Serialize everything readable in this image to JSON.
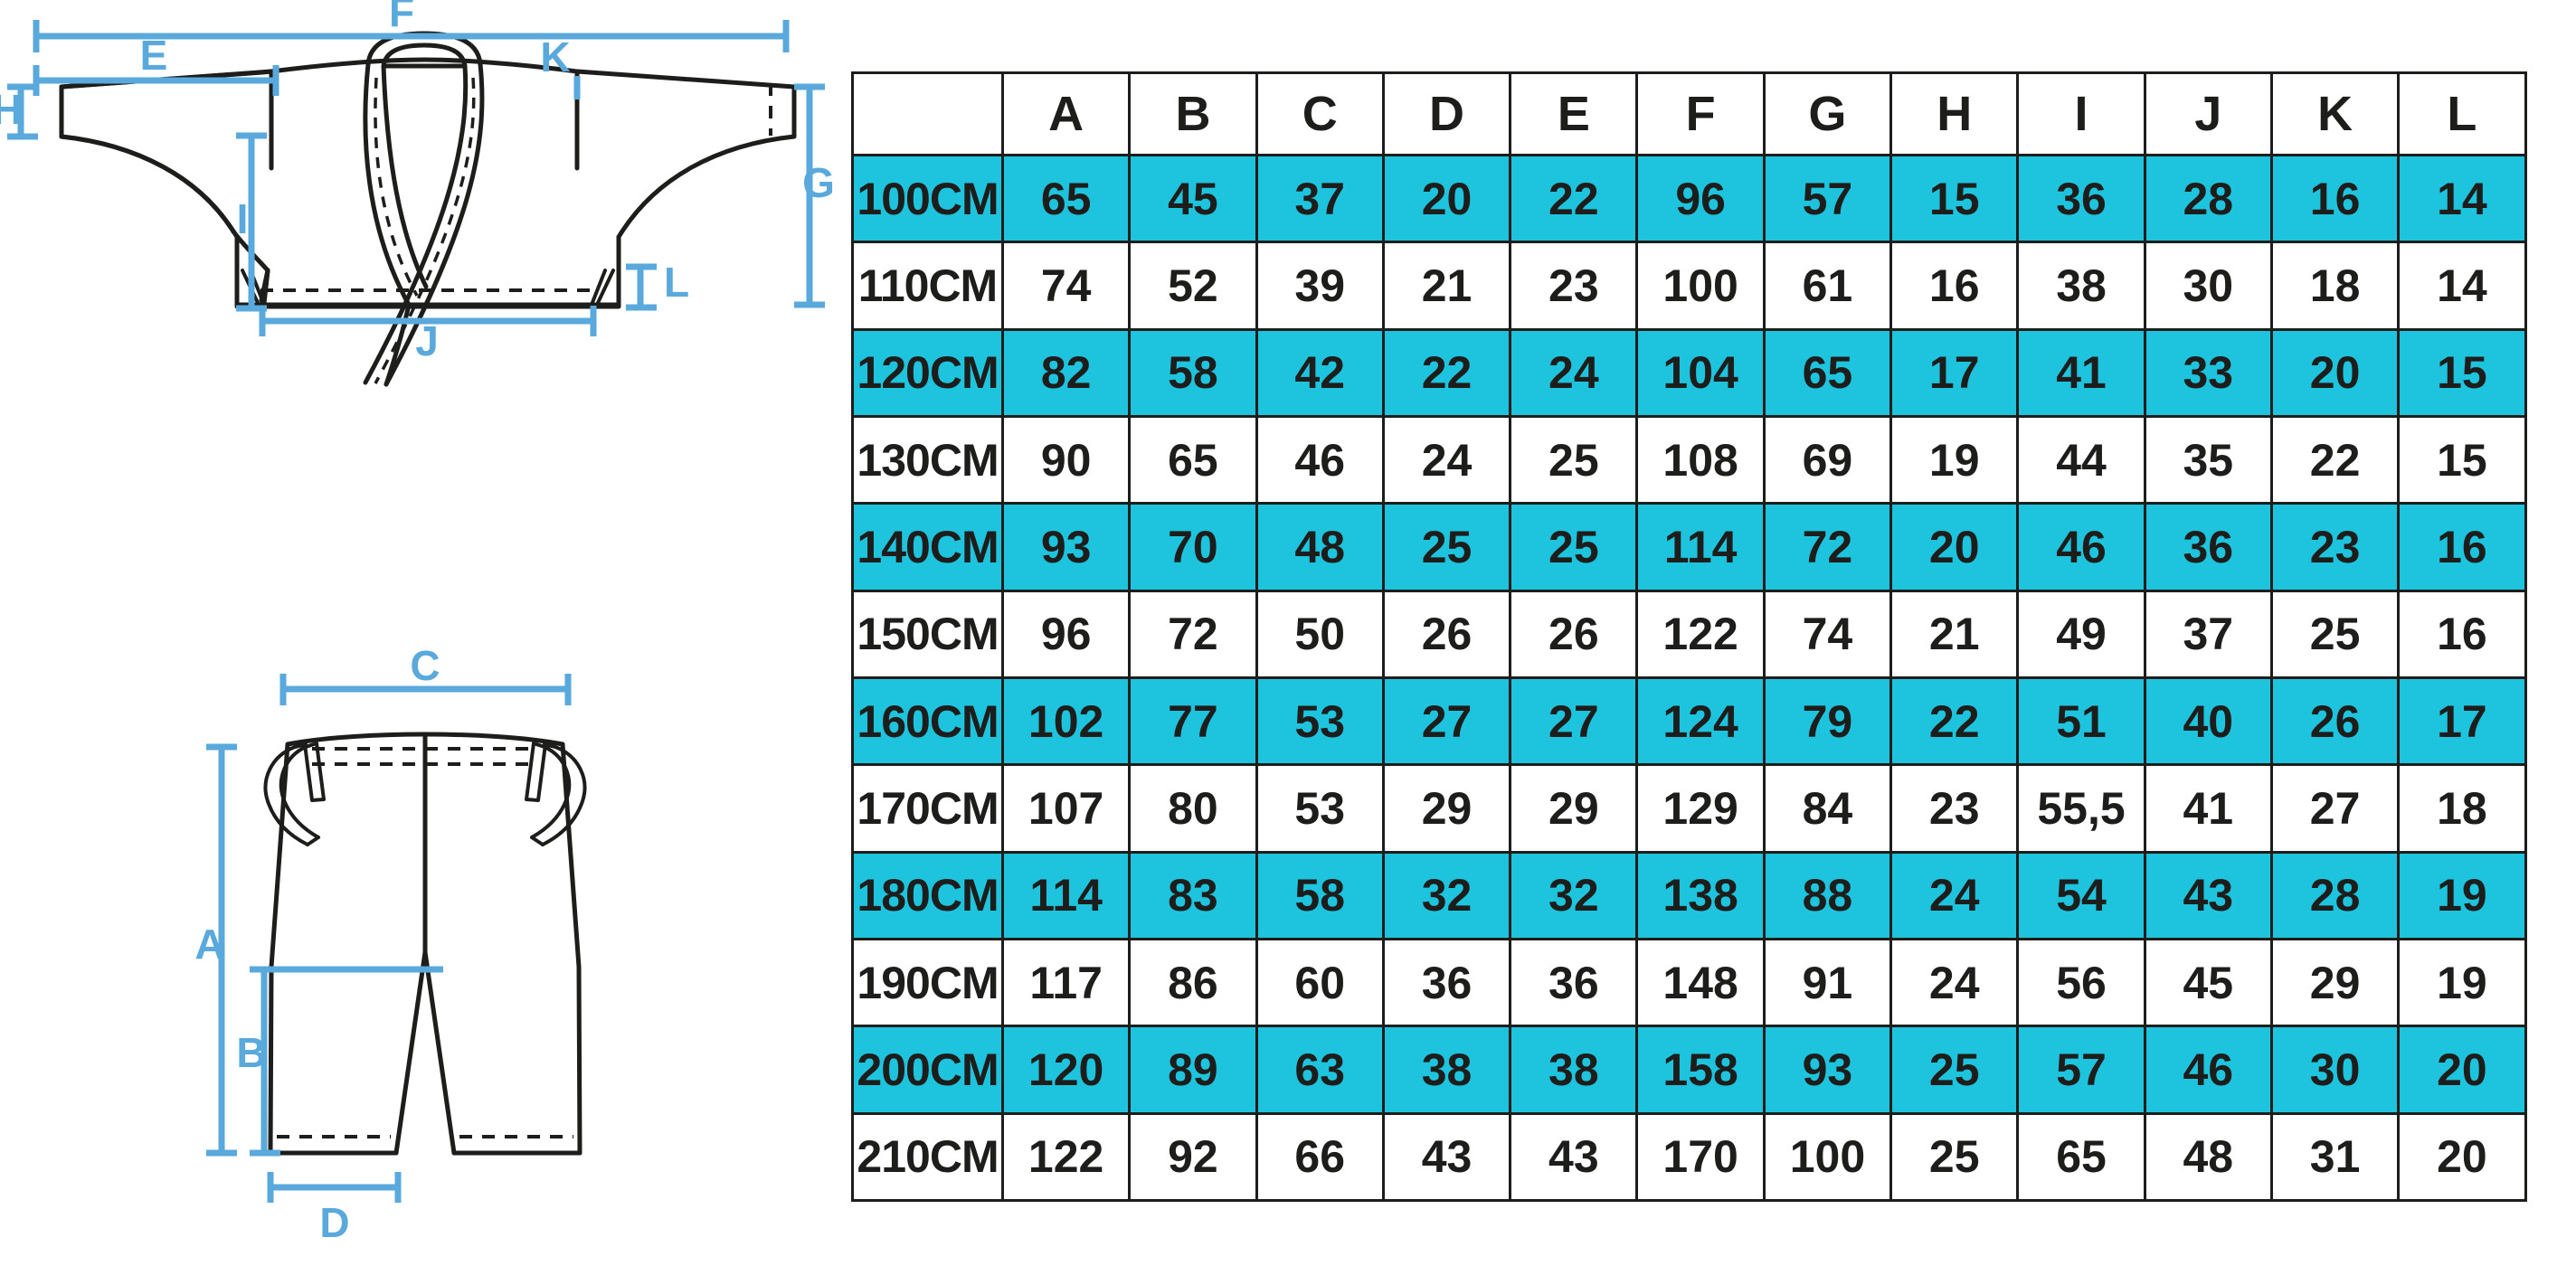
{
  "colors": {
    "accent_cyan": "#1ec4dd",
    "dimension_blue": "#5aa9dc",
    "line_black": "#1d1d1b",
    "background": "#ffffff"
  },
  "diagram": {
    "jacket": {
      "name": "karate-gi-jacket",
      "labels": {
        "F": "F",
        "E": "E",
        "K": "K",
        "H": "H",
        "G": "G",
        "I": "I",
        "L": "L",
        "J": "J"
      }
    },
    "pants": {
      "name": "karate-gi-pants",
      "labels": {
        "C": "C",
        "A": "A",
        "B": "B",
        "D": "D"
      }
    }
  },
  "table": {
    "corner_label": "",
    "columns": [
      "A",
      "B",
      "C",
      "D",
      "E",
      "F",
      "G",
      "H",
      "I",
      "J",
      "K",
      "L"
    ],
    "rows": [
      {
        "size": "100CM",
        "highlight": true,
        "values": [
          "65",
          "45",
          "37",
          "20",
          "22",
          "96",
          "57",
          "15",
          "36",
          "28",
          "16",
          "14"
        ]
      },
      {
        "size": "110CM",
        "highlight": false,
        "values": [
          "74",
          "52",
          "39",
          "21",
          "23",
          "100",
          "61",
          "16",
          "38",
          "30",
          "18",
          "14"
        ]
      },
      {
        "size": "120CM",
        "highlight": true,
        "values": [
          "82",
          "58",
          "42",
          "22",
          "24",
          "104",
          "65",
          "17",
          "41",
          "33",
          "20",
          "15"
        ]
      },
      {
        "size": "130CM",
        "highlight": false,
        "values": [
          "90",
          "65",
          "46",
          "24",
          "25",
          "108",
          "69",
          "19",
          "44",
          "35",
          "22",
          "15"
        ]
      },
      {
        "size": "140CM",
        "highlight": true,
        "values": [
          "93",
          "70",
          "48",
          "25",
          "25",
          "114",
          "72",
          "20",
          "46",
          "36",
          "23",
          "16"
        ]
      },
      {
        "size": "150CM",
        "highlight": false,
        "values": [
          "96",
          "72",
          "50",
          "26",
          "26",
          "122",
          "74",
          "21",
          "49",
          "37",
          "25",
          "16"
        ]
      },
      {
        "size": "160CM",
        "highlight": true,
        "values": [
          "102",
          "77",
          "53",
          "27",
          "27",
          "124",
          "79",
          "22",
          "51",
          "40",
          "26",
          "17"
        ]
      },
      {
        "size": "170CM",
        "highlight": false,
        "values": [
          "107",
          "80",
          "53",
          "29",
          "29",
          "129",
          "84",
          "23",
          "55,5",
          "41",
          "27",
          "18"
        ]
      },
      {
        "size": "180CM",
        "highlight": true,
        "values": [
          "114",
          "83",
          "58",
          "32",
          "32",
          "138",
          "88",
          "24",
          "54",
          "43",
          "28",
          "19"
        ]
      },
      {
        "size": "190CM",
        "highlight": false,
        "values": [
          "117",
          "86",
          "60",
          "36",
          "36",
          "148",
          "91",
          "24",
          "56",
          "45",
          "29",
          "19"
        ]
      },
      {
        "size": "200CM",
        "highlight": true,
        "values": [
          "120",
          "89",
          "63",
          "38",
          "38",
          "158",
          "93",
          "25",
          "57",
          "46",
          "30",
          "20"
        ]
      },
      {
        "size": "210CM",
        "highlight": false,
        "values": [
          "122",
          "92",
          "66",
          "43",
          "43",
          "170",
          "100",
          "25",
          "65",
          "48",
          "31",
          "20"
        ]
      }
    ]
  }
}
